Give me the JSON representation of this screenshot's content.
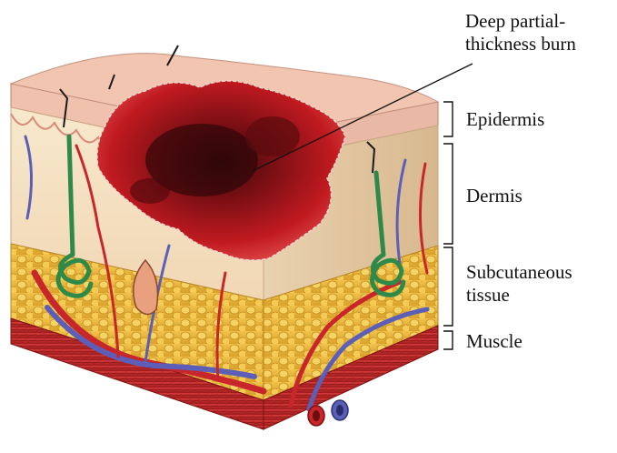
{
  "callout": {
    "line1": "Deep partial-",
    "line2": "thickness burn"
  },
  "layers": {
    "epidermis": "Epidermis",
    "dermis": "Dermis",
    "subcutaneous_line1": "Subcutaneous",
    "subcutaneous_line2": "tissue",
    "muscle": "Muscle"
  },
  "colors": {
    "burn": "#b3121b",
    "epidermis": "#f3c9b8",
    "dermis": "#f6e6c8",
    "fat": "#e8b93a",
    "muscle": "#c42a2a",
    "artery": "#c8262b",
    "vein": "#5b5fb8",
    "gland": "#2f8a4a"
  }
}
